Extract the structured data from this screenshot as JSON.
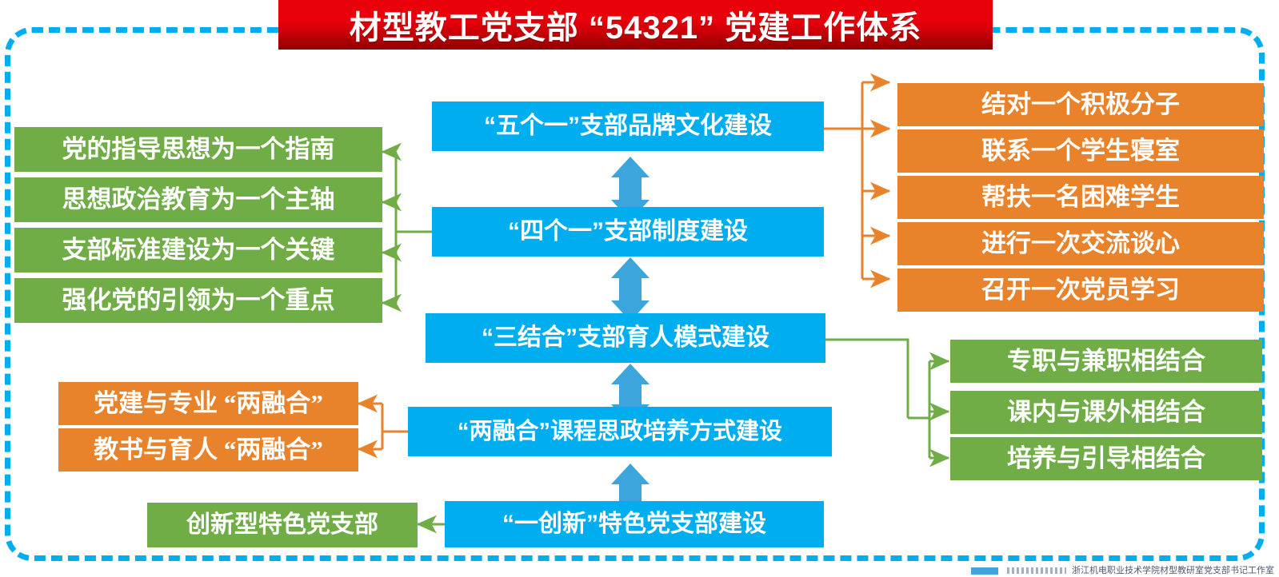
{
  "title": {
    "text": "材型教工党支部 “54321” 党建工作体系"
  },
  "colors": {
    "frame": "#00AEEF",
    "blue": "#00AEEF",
    "blue_arrow": "#3BA5DC",
    "green": "#70AD47",
    "orange": "#E8822B",
    "banner_red": "#E8000B",
    "banner_red_dark": "#8B0000",
    "text_on_fill": "#FFFFFF"
  },
  "center_column": {
    "label": "中心蓝色主干",
    "nodes": [
      {
        "id": "wugeyi",
        "text": "“五个一”支部品牌文化建设"
      },
      {
        "id": "sigeyi",
        "text": "“四个一”支部制度建设"
      },
      {
        "id": "sanjiehe",
        "text": "“三结合”支部育人模式建设"
      },
      {
        "id": "liangronghe",
        "text": "“两融合”课程思政培养方式建设"
      },
      {
        "id": "yichuangxin",
        "text": "“一创新”特色党支部建设"
      }
    ]
  },
  "left_green_group": {
    "label": "四个一 展开项",
    "source": "sigeyi",
    "items": [
      {
        "text": "党的指导思想为一个指南"
      },
      {
        "text": "思想政治教育为一个主轴"
      },
      {
        "text": "支部标准建设为一个关键"
      },
      {
        "text": "强化党的引领为一个重点"
      }
    ]
  },
  "right_orange_group": {
    "label": "五个一 展开项",
    "source": "wugeyi",
    "items": [
      {
        "text": "结对一个积极分子"
      },
      {
        "text": "联系一个学生寝室"
      },
      {
        "text": "帮扶一名困难学生"
      },
      {
        "text": "进行一次交流谈心"
      },
      {
        "text": "召开一次党员学习"
      }
    ]
  },
  "right_green_group": {
    "label": "三结合 展开项",
    "source": "sanjiehe",
    "items": [
      {
        "text": "专职与兼职相结合"
      },
      {
        "text": "课内与课外相结合"
      },
      {
        "text": "培养与引导相结合"
      }
    ]
  },
  "left_orange_group": {
    "label": "两融合 展开项",
    "source": "liangronghe",
    "items": [
      {
        "text": "党建与专业 “两融合”"
      },
      {
        "text": "教书与育人 “两融合”"
      }
    ]
  },
  "bottom_left_group": {
    "label": "一创新 展开项",
    "source": "yichuangxin",
    "items": [
      {
        "text": "创新型特色党支部"
      }
    ]
  },
  "watermark": {
    "text": "浙江机电职业技术学院材型教研室党支部书记工作室"
  }
}
